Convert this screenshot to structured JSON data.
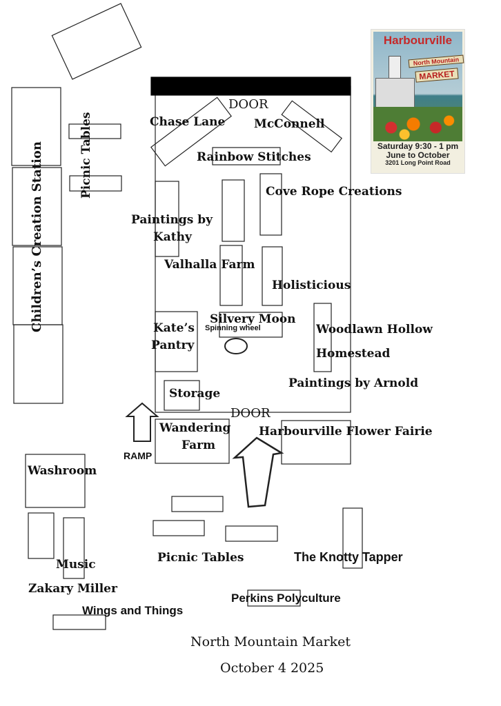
{
  "poster": {
    "title": "Harbourville",
    "sign_line1": "North Mountain",
    "sign_line2": "MARKET",
    "hours": "Saturday 9:30 - 1 pm",
    "season": "June to October",
    "address": "3201 Long Point Road"
  },
  "labels": {
    "door_top": "DOOR",
    "door_bottom": "DOOR",
    "chase_lane": "Chase Lane",
    "mcconnell": "McConnell",
    "rainbow_stitches": "Rainbow Stitches",
    "cove_rope": "Cove Rope Creations",
    "paintings_kathy_1": "Paintings by",
    "paintings_kathy_2": "Kathy",
    "valhalla": "Valhalla Farm",
    "holisticious": "Holisticious",
    "kates_pantry_1": "Kate’s",
    "kates_pantry_2": "Pantry",
    "silvery_moon": "Silvery Moon",
    "spinning_wheel": "Spinning wheel",
    "woodlawn_1": "Woodlawn Hollow",
    "woodlawn_2": "Homestead",
    "paintings_arnold": "Paintings by Arnold",
    "storage": "Storage",
    "wandering_1": "Wandering",
    "wandering_2": "Farm",
    "flower_fairie": "Harbourville Flower Fairie",
    "ramp": "RAMP",
    "childrens_station": "Children’s Creation Station",
    "picnic_tables_top": "Picnic Tables",
    "washroom": "Washroom",
    "music": "Music",
    "zakary": "Zakary Miller",
    "wings": "Wings and Things",
    "picnic_tables_bottom": "Picnic Tables",
    "knotty_tapper": "The Knotty Tapper",
    "perkins": "Perkins Polyculture"
  },
  "footer": {
    "title": "North Mountain Market",
    "date": "October 4 2025"
  }
}
